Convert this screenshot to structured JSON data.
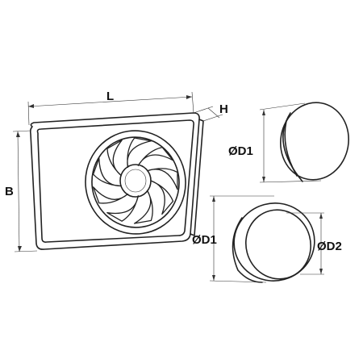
{
  "labels": {
    "length": "L",
    "height": "H",
    "width": "B",
    "diameter_top": "ØD1",
    "diameter_bottom_inner": "ØD1",
    "diameter_bottom_outer": "ØD2"
  },
  "colors": {
    "line": "#222222",
    "background": "#ffffff"
  },
  "icons": {
    "fan": "fan-impeller-icon"
  }
}
